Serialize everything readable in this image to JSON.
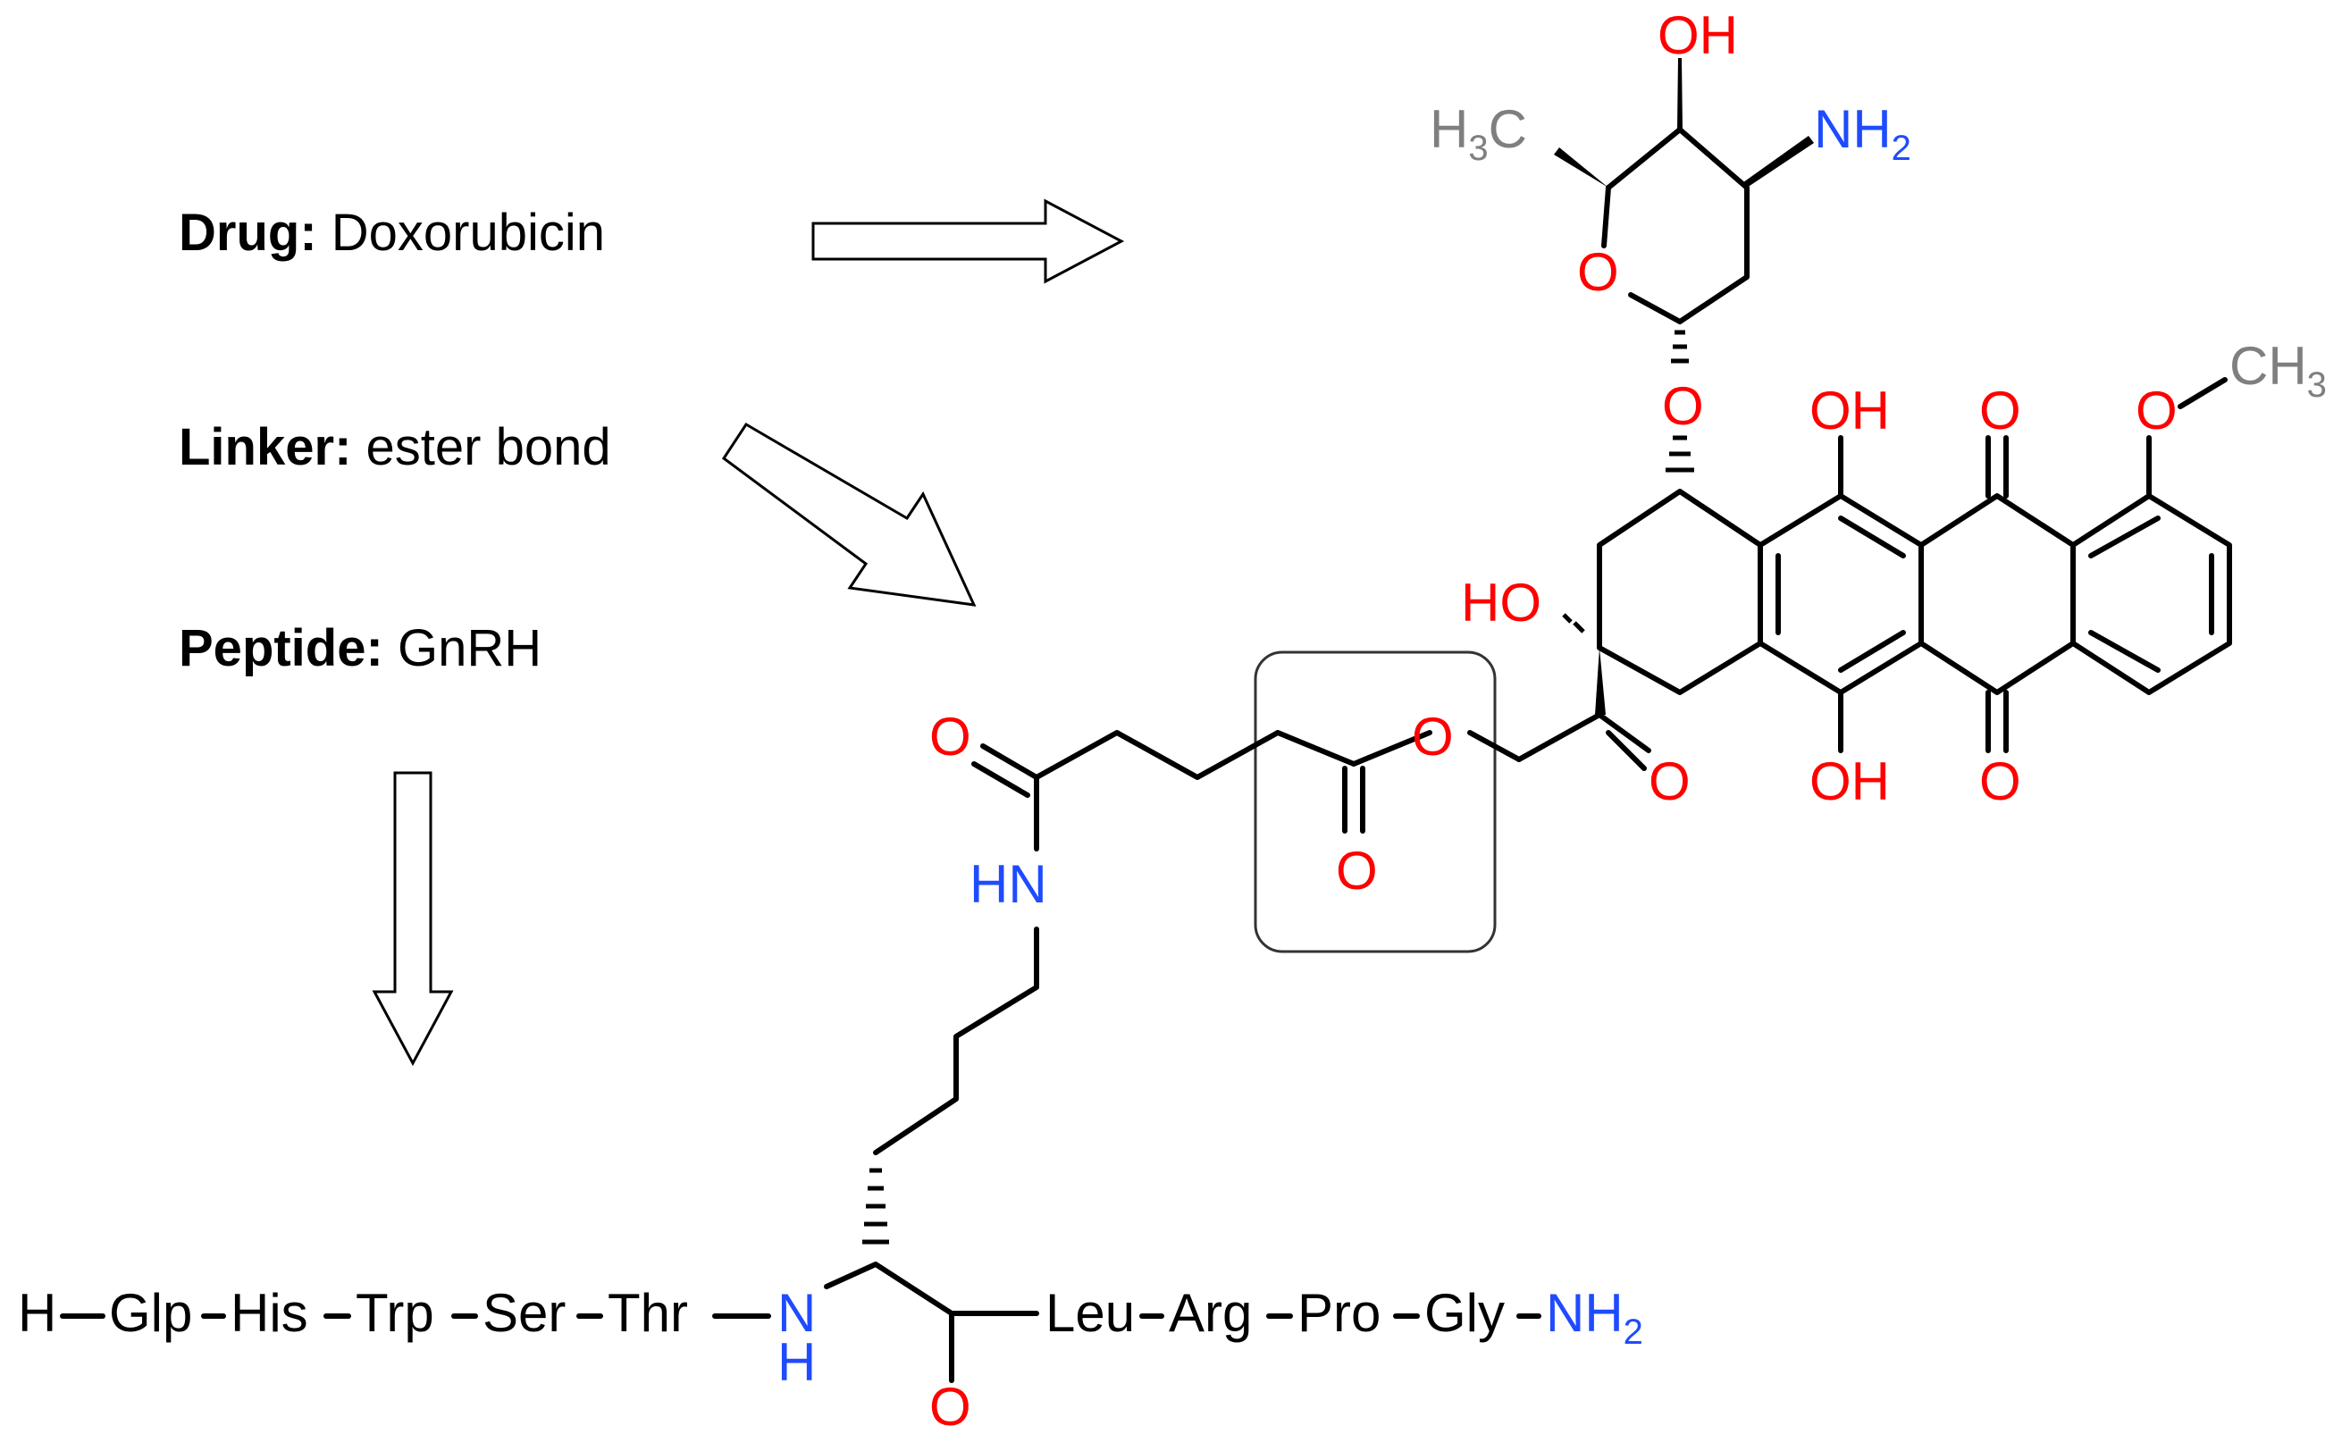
{
  "legend": {
    "drug": {
      "key": "Drug",
      "value": "Doxorubicin"
    },
    "linker": {
      "key": "Linker",
      "value": "ester bond"
    },
    "peptide": {
      "key": "Peptide",
      "value": "GnRH"
    }
  },
  "atoms": {
    "oh_sugar": "OH",
    "h3c": "H",
    "h3c_sub": "3",
    "h3c_c": "C",
    "nh2_sugar": "NH",
    "nh2_sugar_sub": "2",
    "o_ring": "O",
    "o_glyco": "O",
    "oh_top": "OH",
    "o_top": "O",
    "o_methoxy": "O",
    "ch3": "CH",
    "ch3_sub": "3",
    "ho": "HO",
    "o_amide": "O",
    "o_ester": "O",
    "o_ester_dbl": "O",
    "o_ketone": "O",
    "oh_bottom": "OH",
    "o_bottom": "O",
    "hn": "HN",
    "n_alpha": "N",
    "h_alpha": "H",
    "o_alpha": "O"
  },
  "sequence": {
    "h": "H",
    "glp": "Glp",
    "his": "His",
    "trp": "Trp",
    "ser": "Ser",
    "thr": "Thr",
    "leu": "Leu",
    "arg": "Arg",
    "pro": "Pro",
    "gly": "Gly",
    "nh2": "NH",
    "nh2_sub": "2"
  },
  "colors": {
    "oxygen": "#ff0000",
    "nitrogen": "#1f4bff",
    "methyl": "#7f7f7f",
    "bond": "#000000"
  }
}
